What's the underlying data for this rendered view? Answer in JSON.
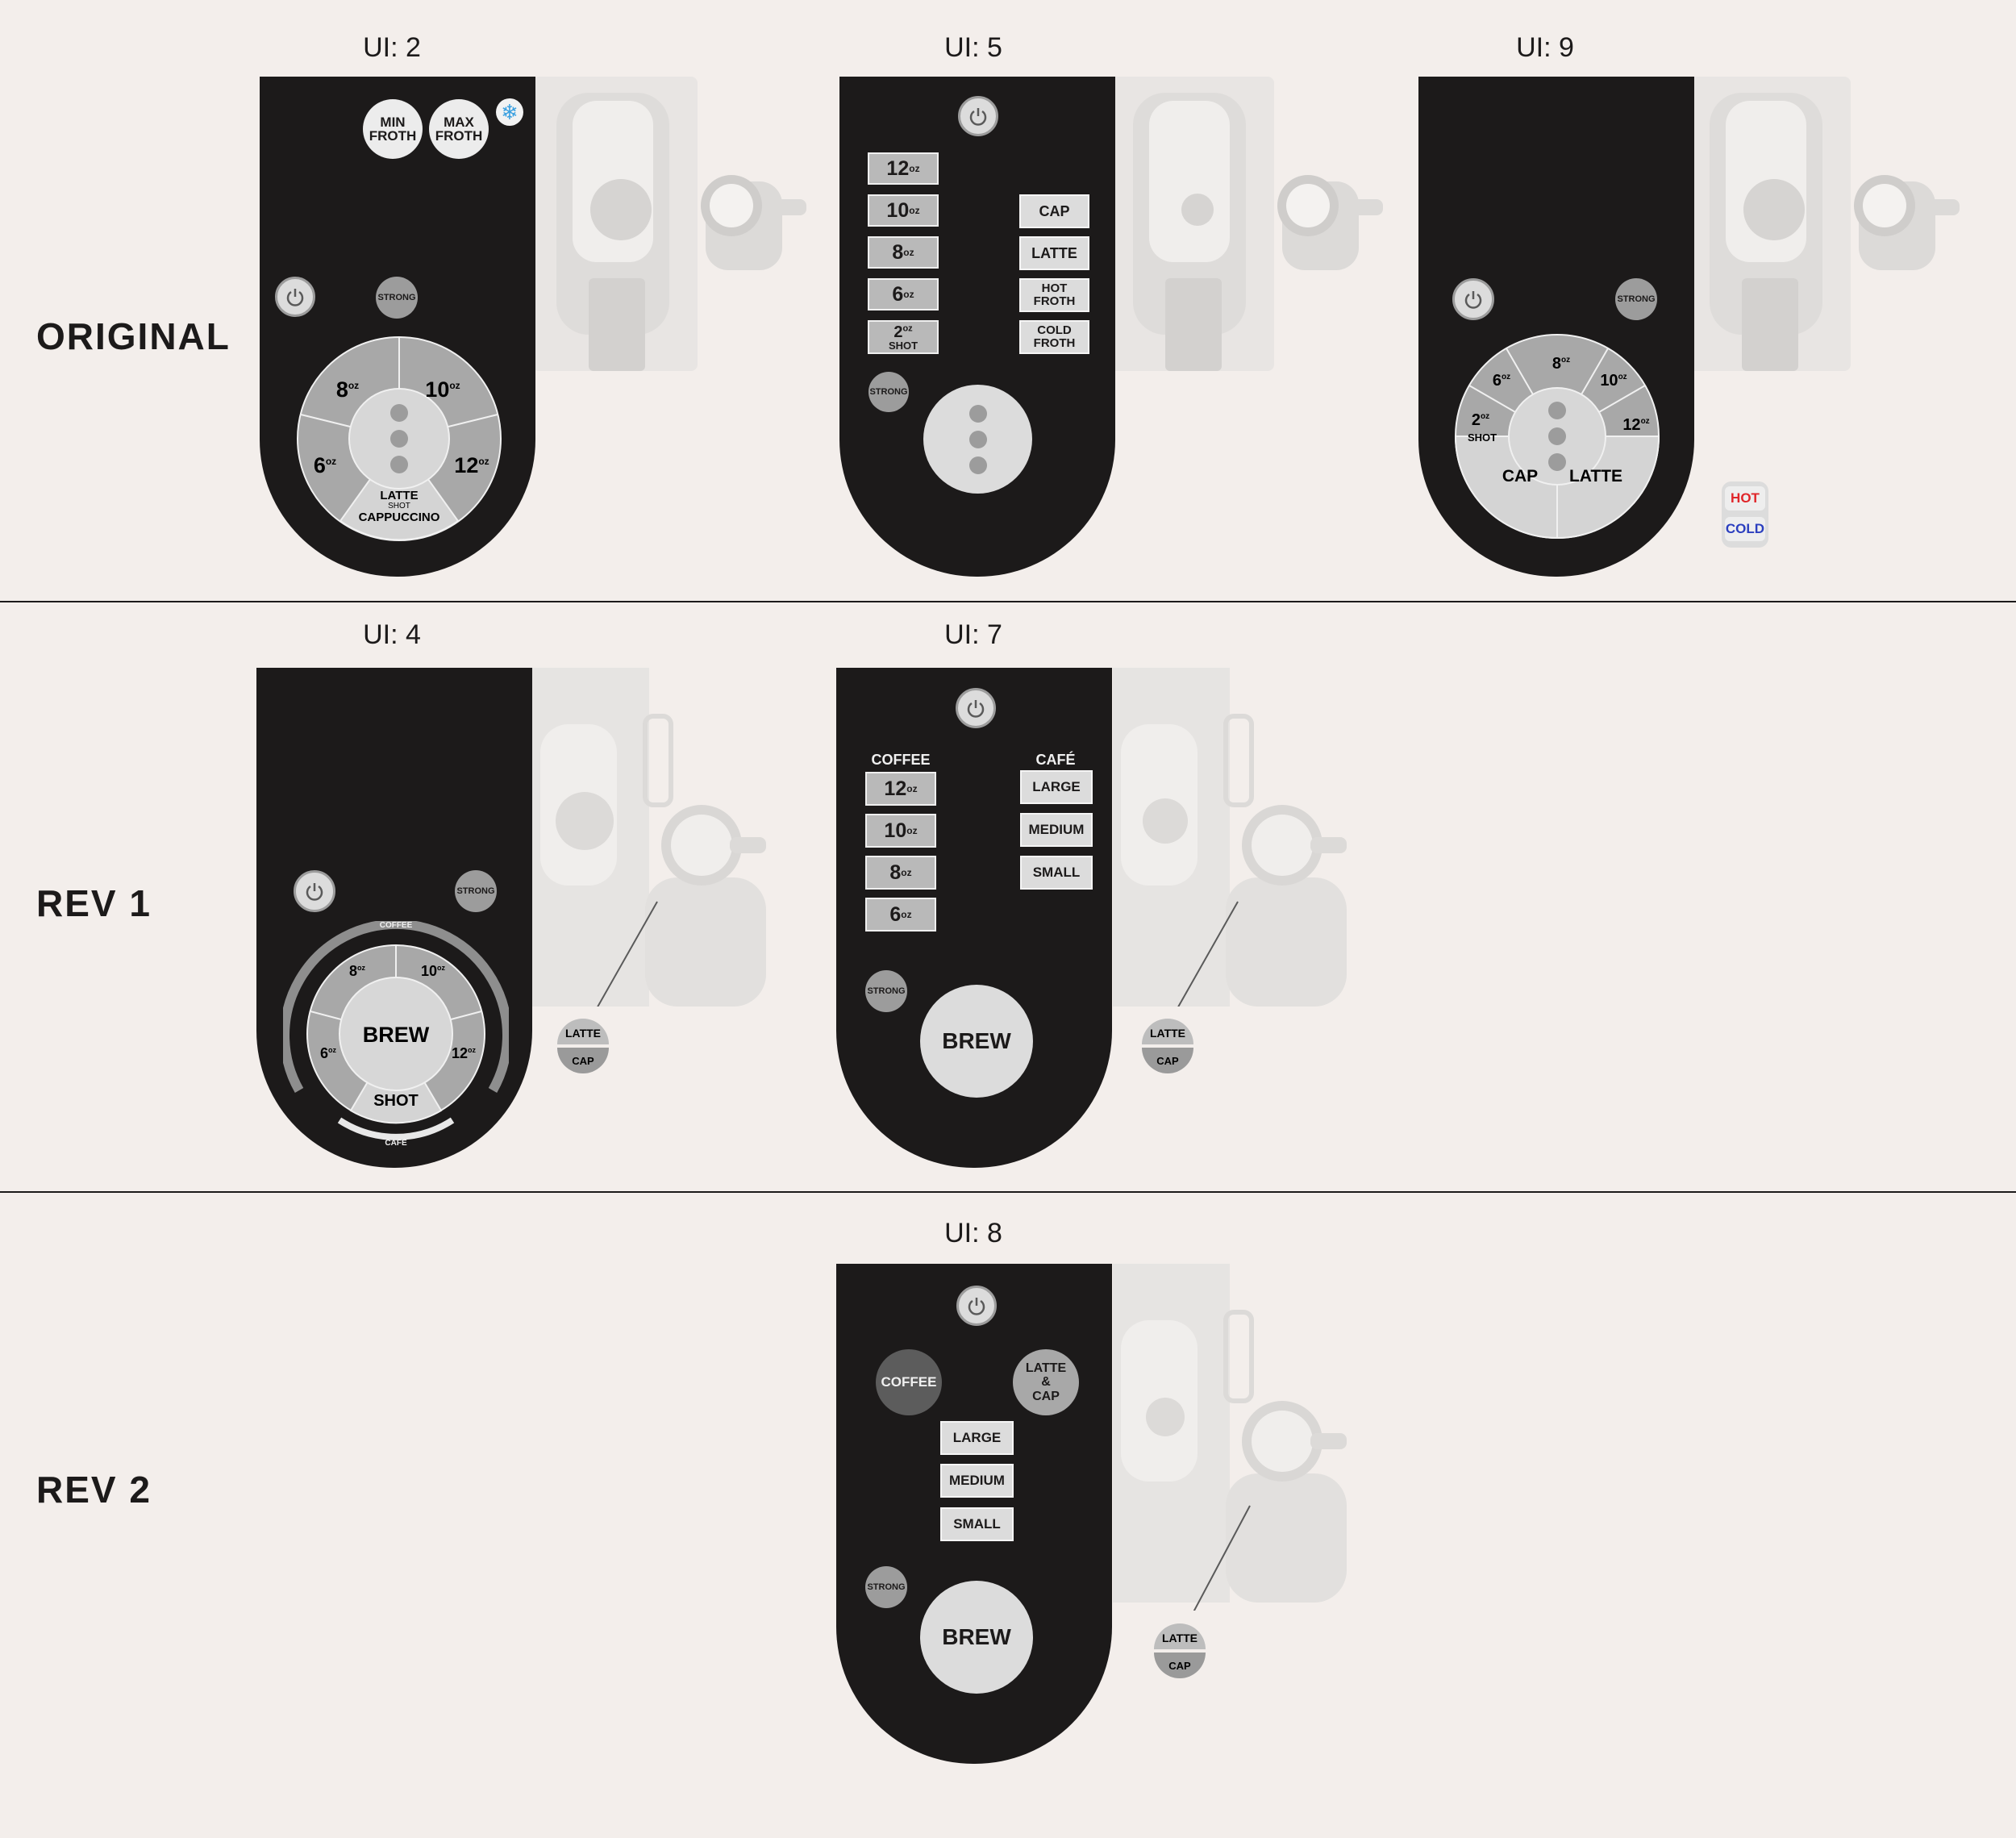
{
  "rows": [
    {
      "label": "ORIGINAL"
    },
    {
      "label": "REV 1"
    },
    {
      "label": "REV 2"
    }
  ],
  "ui2": {
    "title": "UI: 2",
    "min_froth": "MIN\nFROTH",
    "max_froth": "MAX\nFROTH",
    "snowflake_icon": "❄",
    "strong": "STRONG",
    "sizes": [
      "8",
      "10",
      "6",
      "12"
    ],
    "oz": "oz",
    "bottom_label_1": "LATTE",
    "bottom_label_2": "SHOT",
    "bottom_label_3": "CAPPUCCINO"
  },
  "ui5": {
    "title": "UI: 5",
    "sizes": [
      "12",
      "10",
      "8",
      "6",
      "2"
    ],
    "oz": "oz",
    "shot": "SHOT",
    "right_buttons": [
      "CAP",
      "LATTE",
      "HOT\nFROTH",
      "COLD\nFROTH"
    ],
    "strong": "STRONG"
  },
  "ui9": {
    "title": "UI: 9",
    "strong": "STRONG",
    "sizes": [
      "6",
      "8",
      "10",
      "2",
      "12"
    ],
    "oz": "oz",
    "shot": "SHOT",
    "cap": "CAP",
    "latte": "LATTE",
    "hot": "HOT",
    "cold": "COLD",
    "colors": {
      "hot": "#e0262a",
      "cold": "#2b3fbf"
    }
  },
  "ui4": {
    "title": "UI: 4",
    "strong": "STRONG",
    "coffee_arc": "COFFEE",
    "cafe_arc": "CAFÉ",
    "sizes": [
      "8",
      "10",
      "6",
      "12"
    ],
    "oz": "oz",
    "brew": "BREW",
    "shot": "SHOT",
    "latte": "LATTE",
    "cap": "CAP"
  },
  "ui7": {
    "title": "UI: 7",
    "coffee_header": "COFFEE",
    "cafe_header": "CAFÉ",
    "sizes": [
      "12",
      "10",
      "8",
      "6"
    ],
    "oz": "oz",
    "cafe_sizes": [
      "LARGE",
      "MEDIUM",
      "SMALL"
    ],
    "strong": "STRONG",
    "brew": "BREW",
    "latte": "LATTE",
    "cap": "CAP"
  },
  "ui8": {
    "title": "UI: 8",
    "coffee": "COFFEE",
    "latte_cap": "LATTE\n&\nCAP",
    "sizes": [
      "LARGE",
      "MEDIUM",
      "SMALL"
    ],
    "strong": "STRONG",
    "brew": "BREW",
    "latte": "LATTE",
    "cap": "CAP"
  }
}
